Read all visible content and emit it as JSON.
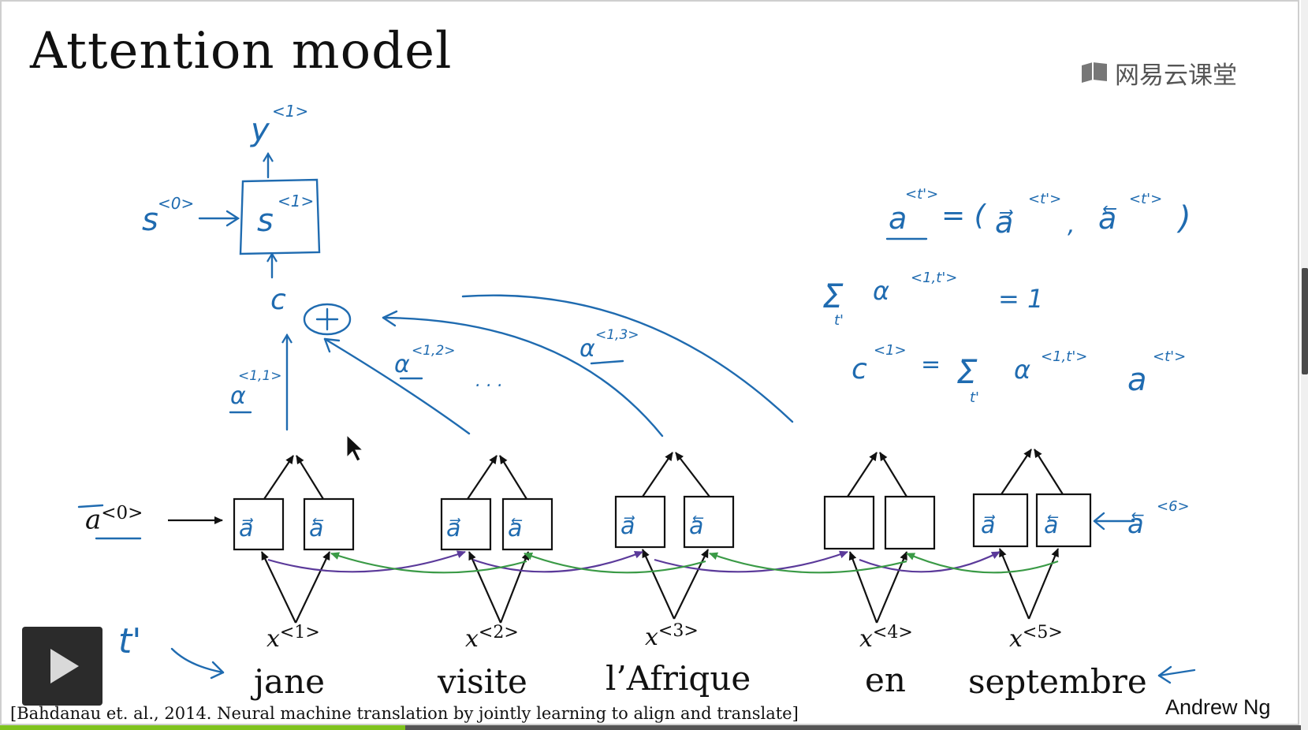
{
  "slide": {
    "title": "Attention model",
    "citation": "[Bahdanau et. al., 2014. Neural machine translation by jointly learning to align and translate]",
    "author": "Andrew Ng",
    "logo_text": "网易云课堂",
    "a0_base": "a",
    "a0_sup": "<0>",
    "inputs": [
      {
        "x_base": "x",
        "x_sup": "<1>",
        "word": "jane"
      },
      {
        "x_base": "x",
        "x_sup": "<2>",
        "word": "visite"
      },
      {
        "x_base": "x",
        "x_sup": "<3>",
        "word": "l’Afrique"
      },
      {
        "x_base": "x",
        "x_sup": "<4>",
        "word": "en"
      },
      {
        "x_base": "x",
        "x_sup": "<5>",
        "word": "septembre"
      }
    ]
  },
  "player": {
    "progress": 0.31
  },
  "colors": {
    "ink_blue": "#1f6bb0",
    "forward_arrows": "#5b3a9a",
    "backward_arrows": "#3a9a46",
    "progress": "#7fc31e"
  }
}
